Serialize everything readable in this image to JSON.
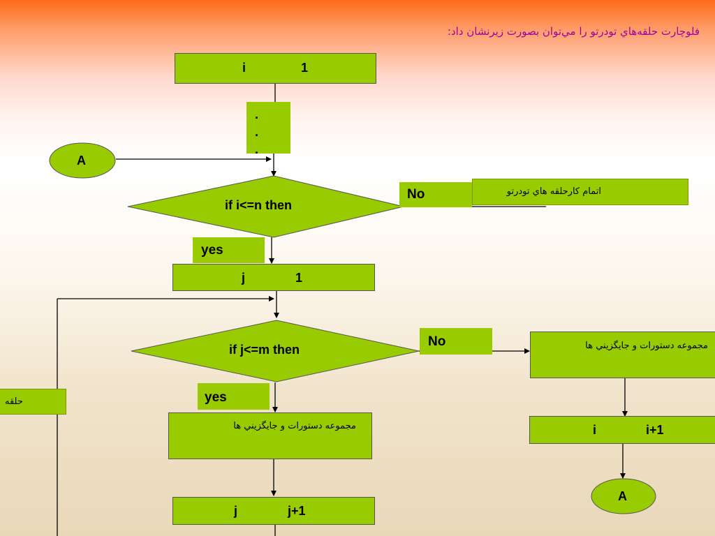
{
  "title": "فلوچارت حلقه‌هاي تودرتو را مي‌توان بصورت زيرنشان داد:",
  "box_i_init": {
    "left": "i",
    "right": "1"
  },
  "dots": ".\n.\n.",
  "connector_a_left": "A",
  "diamond_i": "if  i<=n  then",
  "no_label_1": "No",
  "end_loops": "اتمام کارحلقه هاي تودرتو",
  "yes_label_1": "yes",
  "box_j_init": {
    "left": "j",
    "right": "1"
  },
  "diamond_j": "if  j<=m then",
  "no_label_2": "No",
  "statements_right": "مجموعه دستورات و جايگزيني ها",
  "side_label": "حلقه",
  "yes_label_2": "yes",
  "statements_inner": "مجموعه دستورات و جايگزيني ها",
  "box_i_inc": {
    "left": "i",
    "right": "i+1"
  },
  "connector_a_right": "A",
  "box_j_inc": {
    "left": "j",
    "right": "j+1"
  },
  "colors": {
    "box_fill": "#99cc00",
    "title": "#a0009c"
  }
}
